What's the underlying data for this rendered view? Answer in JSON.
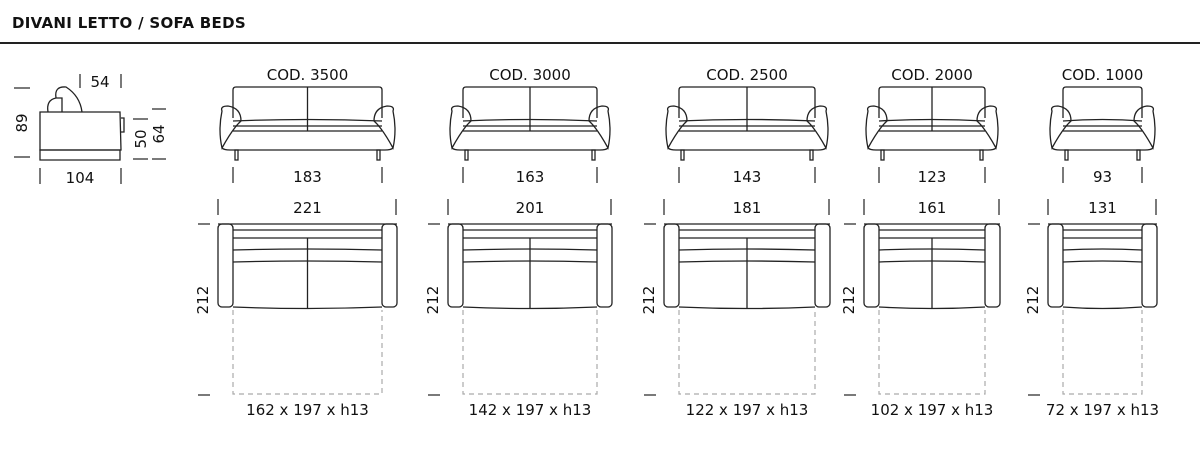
{
  "header": {
    "title": "DIVANI LETTO / SOFA BEDS"
  },
  "side_view": {
    "depth": "104",
    "height": "89",
    "seat_depth": "54",
    "seat_height": "50",
    "arm_height": "64"
  },
  "models": [
    {
      "code": "COD. 3500",
      "seat_width": "183",
      "total_width": "221",
      "depth": "212",
      "bed": "162 x 197 x h13",
      "seats": 2
    },
    {
      "code": "COD. 3000",
      "seat_width": "163",
      "total_width": "201",
      "depth": "212",
      "bed": "142 x 197 x h13",
      "seats": 2
    },
    {
      "code": "COD. 2500",
      "seat_width": "143",
      "total_width": "181",
      "depth": "212",
      "bed": "122 x 197 x h13",
      "seats": 2
    },
    {
      "code": "COD. 2000",
      "seat_width": "123",
      "total_width": "161",
      "depth": "212",
      "bed": "102 x 197 x h13",
      "seats": 2
    },
    {
      "code": "COD. 1000",
      "seat_width": "93",
      "total_width": "131",
      "depth": "212",
      "bed": "72 x 197 x h13",
      "seats": 1
    }
  ]
}
